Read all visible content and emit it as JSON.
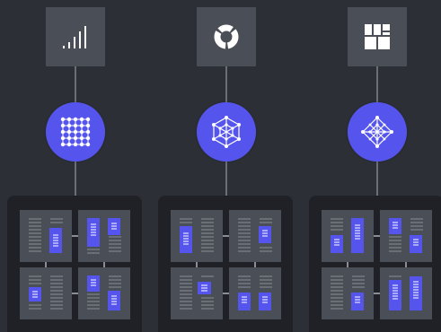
{
  "colors": {
    "background": "#2d2f36",
    "tile": "#4a4e56",
    "hub": "#5555ee",
    "panel": "#1f2126",
    "accent_block": "#5555ee",
    "line": "#6b6e76"
  },
  "columns": [
    {
      "top_icon": "signal-bars-icon",
      "hub_icon": "grid-nodes-icon",
      "cards": [
        {
          "layout": "single-right-tall"
        },
        {
          "layout": "two-blocks-tall"
        },
        {
          "layout": "single-left-small"
        },
        {
          "layout": "two-blocks-stacked"
        }
      ]
    },
    {
      "top_icon": "donut-chart-icon",
      "hub_icon": "hexagon-network-icon",
      "cards": [
        {
          "layout": "single-left-tall"
        },
        {
          "layout": "single-right-small"
        },
        {
          "layout": "single-center-small"
        },
        {
          "layout": "two-blocks-bottom"
        }
      ]
    },
    {
      "top_icon": "tile-layout-icon",
      "hub_icon": "diamond-network-icon",
      "cards": [
        {
          "layout": "three-blocks"
        },
        {
          "layout": "two-blocks-stacked"
        },
        {
          "layout": "single-right-small"
        },
        {
          "layout": "two-blocks-tall"
        }
      ]
    }
  ]
}
